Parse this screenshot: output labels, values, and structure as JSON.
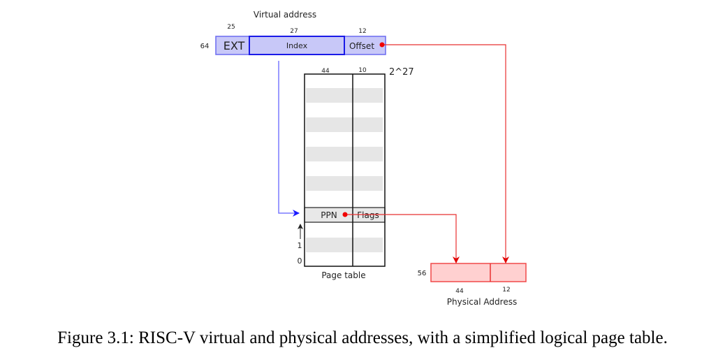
{
  "virtual_address": {
    "title": "Virtual address",
    "total_bits": "64",
    "fields": [
      {
        "name": "EXT",
        "bits": "25"
      },
      {
        "name": "Index",
        "bits": "27"
      },
      {
        "name": "Offset",
        "bits": "12"
      }
    ],
    "fill_color": "#c8c8f8",
    "stroke_color": "#2a2af0"
  },
  "page_table": {
    "title": "Page table",
    "entry_count": "2^27",
    "columns": [
      {
        "name": "PPN",
        "bits": "44"
      },
      {
        "name": "Flags",
        "bits": "10"
      }
    ],
    "row_labels": [
      "1",
      "0"
    ],
    "stripe_color": "#e6e6e6"
  },
  "physical_address": {
    "title": "Physical Address",
    "total_bits": "56",
    "fields": [
      {
        "bits": "44"
      },
      {
        "bits": "12"
      }
    ],
    "fill_color": "#ffd0d0",
    "stroke_color": "#f04040"
  },
  "arrow_colors": {
    "index_arrow": "#4a4aff",
    "offset_arrow": "#e82020",
    "ppn_arrow": "#e82020"
  },
  "caption": "Figure 3.1: RISC-V virtual and physical addresses, with a simplified logical page table."
}
